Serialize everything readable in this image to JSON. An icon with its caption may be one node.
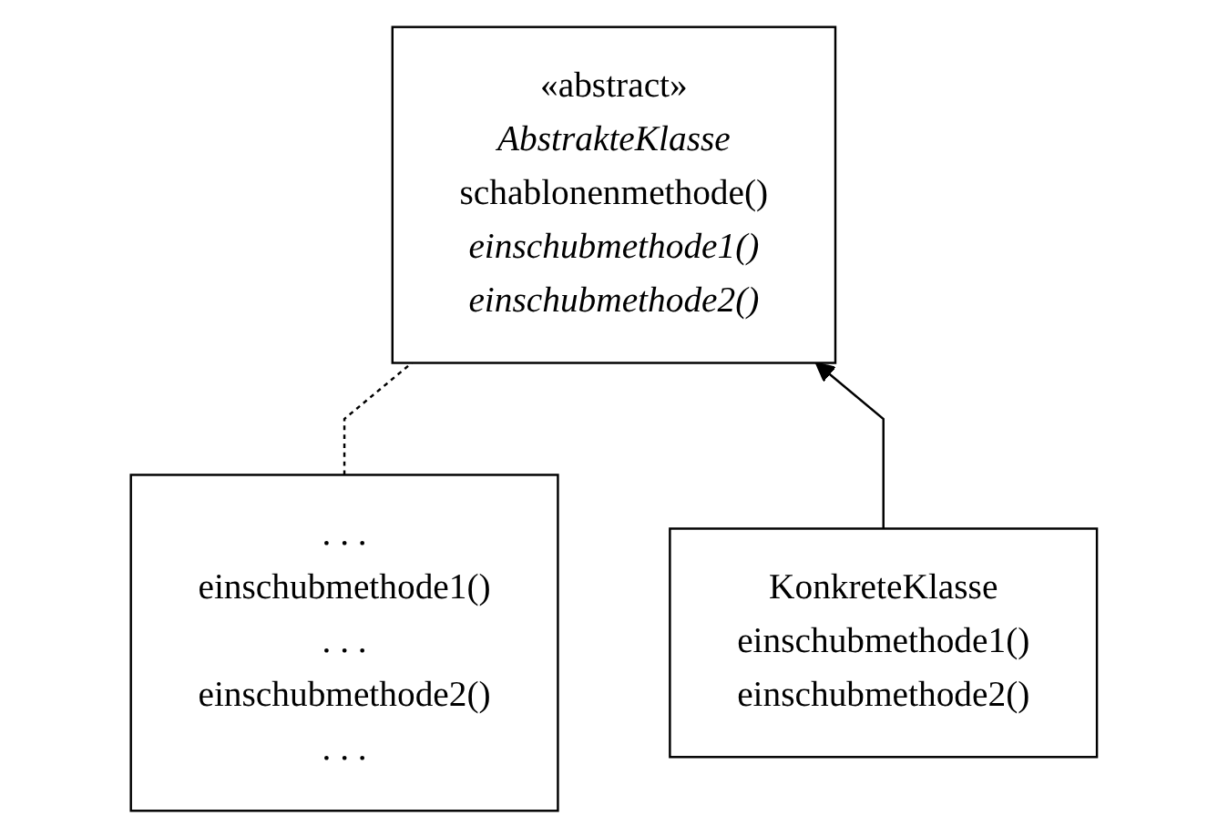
{
  "diagram": {
    "nodes": [
      {
        "text": [
          "«abstract»",
          "AbstrakteKlasse",
          "schablonenmethode()",
          "einschubmethode1()",
          "einschubmethode2()"
        ]
      },
      {
        "text": [
          ". . .",
          "einschubmethode1()",
          ". . .",
          "einschubmethode2()",
          ". . ."
        ]
      },
      {
        "text": [
          "KonkreteKlasse",
          "einschubmethode1()",
          "einschubmethode2()"
        ]
      }
    ],
    "edges": [
      {
        "from": 0,
        "to": 1,
        "arrow": "none",
        "style": "dashed"
      },
      {
        "from": 2,
        "to": 0,
        "arrow": "to"
      }
    ]
  }
}
